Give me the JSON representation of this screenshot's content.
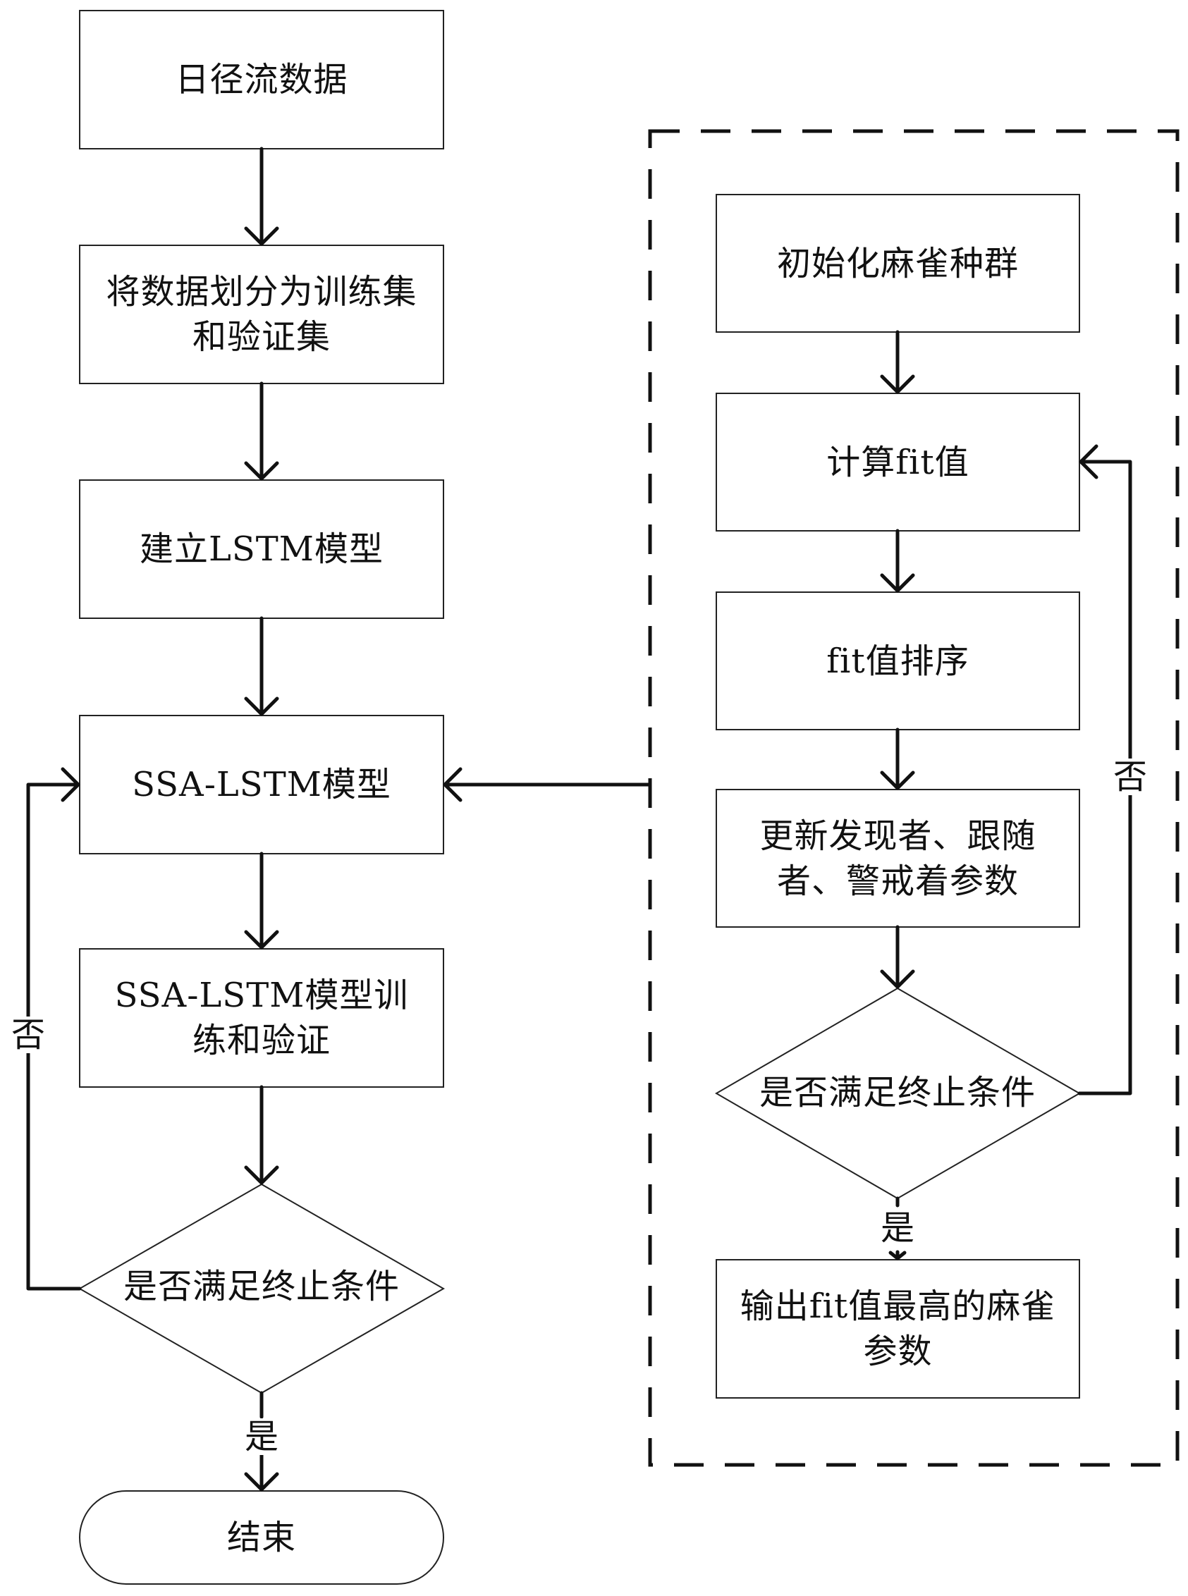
{
  "left_flow": {
    "start": "日径流数据",
    "split": "将数据划分为训练集和验证集",
    "build_lstm": "建立LSTM模型",
    "ssa_lstm": "SSA-LSTM模型",
    "train_validate": "SSA-LSTM模型训练和验证",
    "decision": "是否满足终止条件",
    "end": "结束",
    "yes_label": "是",
    "no_label": "否"
  },
  "ssa_flow": {
    "init": "初始化麻雀种群",
    "compute_fit": "计算fit值",
    "sort_fit": "fit值排序",
    "update": "更新发现者、跟随者、警戒着参数",
    "decision": "是否满足终止条件",
    "output": "输出fit值最高的麻雀参数",
    "yes_label": "是",
    "no_label": "否"
  },
  "colors": {
    "stroke": "#111111",
    "background": "#ffffff"
  }
}
